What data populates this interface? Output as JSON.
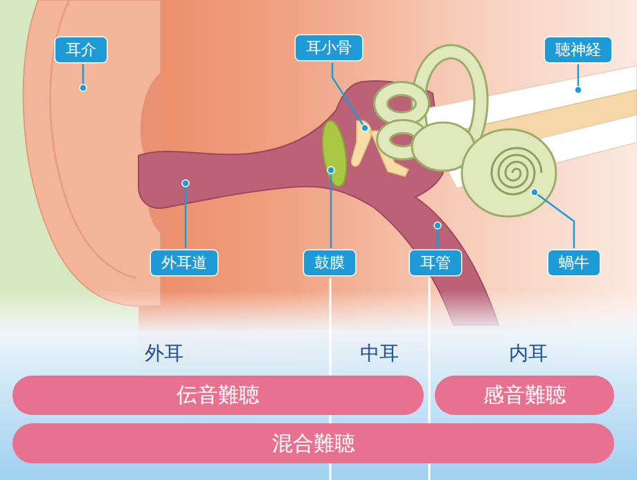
{
  "diagram": {
    "nodes": [
      {
        "text": [
          "耳介"
        ]
      },
      {
        "text": [
          "耳小骨"
        ]
      },
      {
        "text": [
          "聴神経"
        ]
      },
      {
        "text": [
          "外耳道"
        ]
      },
      {
        "text": [
          "鼓膜"
        ]
      },
      {
        "text": [
          "耳管"
        ]
      },
      {
        "text": [
          "蝸牛"
        ]
      },
      {
        "text": [
          "伝音難聴"
        ]
      },
      {
        "text": [
          "感音難聴"
        ]
      },
      {
        "text": [
          "混合難聴"
        ]
      }
    ],
    "labels": [
      "外耳",
      "中耳",
      "内耳"
    ]
  }
}
